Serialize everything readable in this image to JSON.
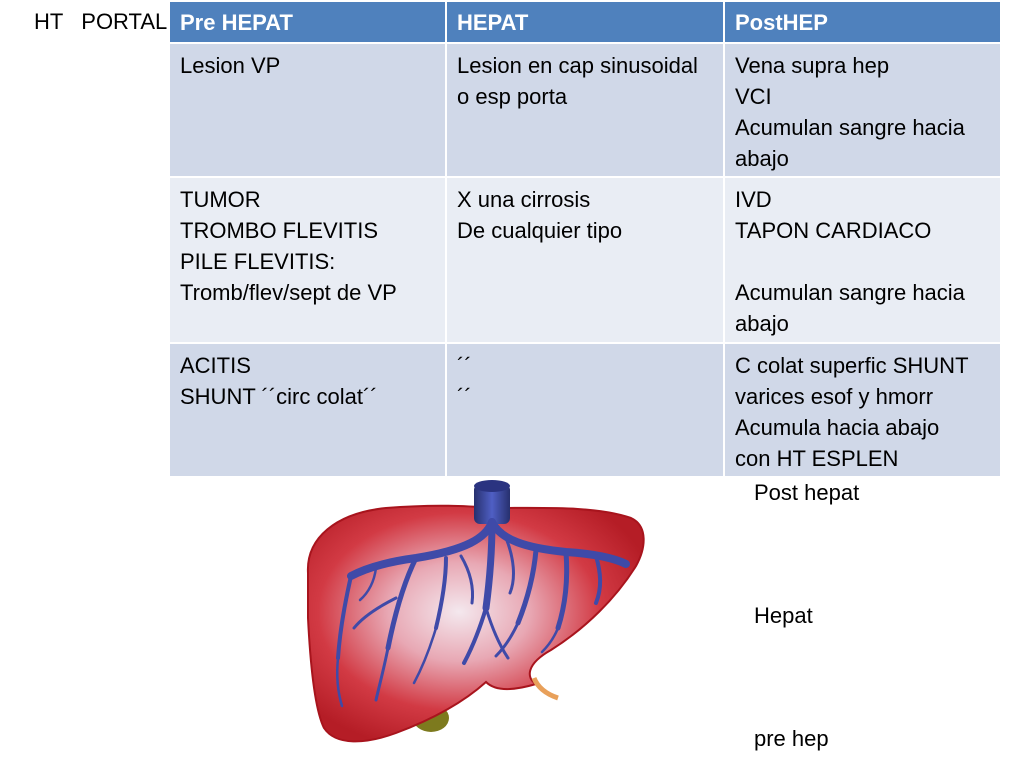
{
  "slide": {
    "side_title": "HT   PORTAL",
    "table": {
      "headers": [
        "Pre HEPAT",
        "HEPAT",
        "PostHEP"
      ],
      "rows": [
        [
          "Lesion VP",
          "Lesion en cap sinusoidal\no esp porta",
          "Vena supra hep\nVCI\nAcumulan sangre hacia\nabajo"
        ],
        [
          "TUMOR\nTROMBO FLEVITIS\nPILE FLEVITIS:\nTromb/flev/sept de VP",
          "X una cirrosis\nDe cualquier tipo",
          "IVD\nTAPON CARDIACO\n\nAcumulan sangre hacia\nabajo"
        ],
        [
          "ACITIS\nSHUNT ´´circ colat´´",
          "´´\n´´",
          "C colat superfic SHUNT\nvarices esof y hmorr\nAcumula hacia abajo\ncon HT ESPLEN"
        ]
      ]
    },
    "side_labels": {
      "post": "Post hepat",
      "hep": "Hepat",
      "pre": "pre hep"
    }
  },
  "colors": {
    "header_bg": "#4f81bd",
    "row_dark": "#d0d8e8",
    "row_light": "#e9edf4",
    "liver_red": "#c9232b",
    "vessel_blue": "#3f4aa8"
  },
  "image": {
    "icon": "liver-illustration"
  }
}
